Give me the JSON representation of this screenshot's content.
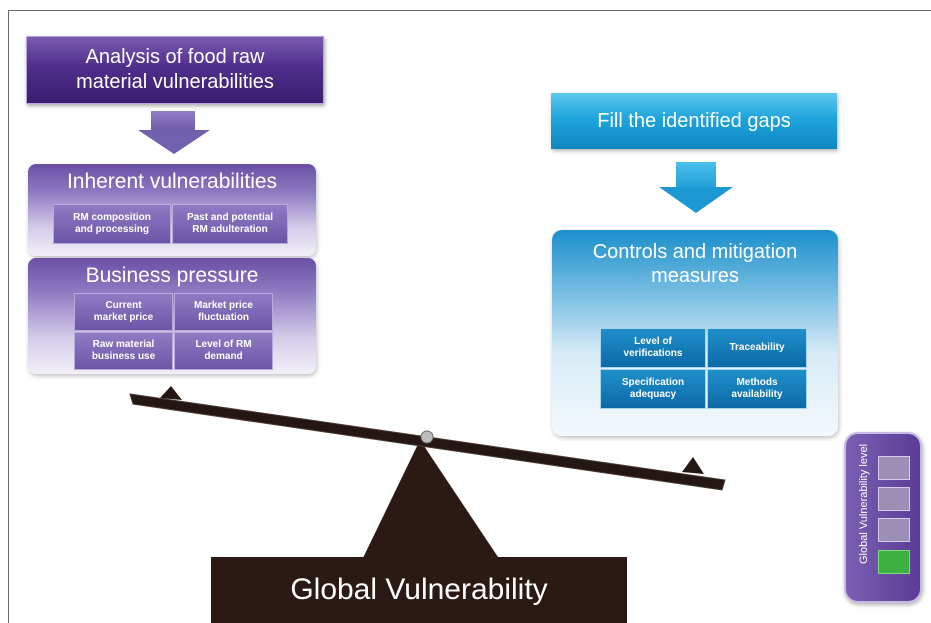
{
  "analysis": {
    "line1": "Analysis of food raw",
    "line2": "material vulnerabilities"
  },
  "inherent": {
    "title": "Inherent vulnerabilities",
    "cells": [
      {
        "line1": "RM composition",
        "line2": "and processing"
      },
      {
        "line1": "Past and potential",
        "line2": "RM adulteration"
      }
    ]
  },
  "business": {
    "title": "Business pressure",
    "cells": [
      {
        "line1": "Current",
        "line2": "market price"
      },
      {
        "line1": "Market price",
        "line2": "fluctuation"
      },
      {
        "line1": "Raw material",
        "line2": "business use"
      },
      {
        "line1": "Level of RM",
        "line2": "demand"
      }
    ]
  },
  "fill_gaps": {
    "label": "Fill the identified gaps"
  },
  "controls": {
    "title_line1": "Controls and mitigation",
    "title_line2": "measures",
    "cells": [
      {
        "line1": "Level of",
        "line2": "verifications"
      },
      {
        "line1": "Traceability",
        "line2": ""
      },
      {
        "line1": "Specification",
        "line2": "adequacy"
      },
      {
        "line1": "Methods",
        "line2": "availability"
      }
    ]
  },
  "seesaw": {
    "label": "Global Vulnerability"
  },
  "gauge": {
    "label": "Global Vulnerability  level",
    "levels": 4,
    "active_level": 1
  },
  "colors": {
    "purple_dark": "#3a1d70",
    "purple_mid": "#6b56a6",
    "blue_dark": "#0b6aa6",
    "blue_light": "#1ea4dc",
    "beam": "#2b1a14",
    "gauge_active": "#3cb043"
  }
}
